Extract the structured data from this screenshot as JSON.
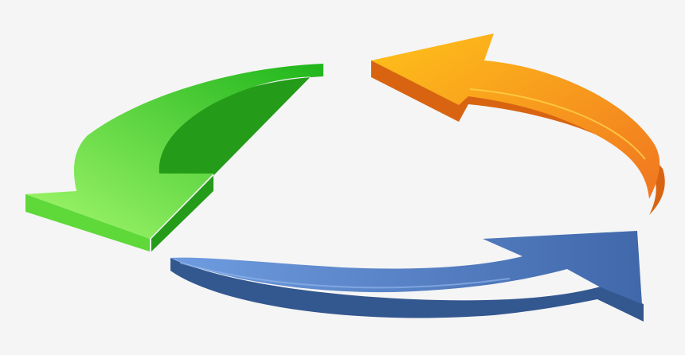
{
  "graphic": {
    "kind": "circular-arrows-cycle",
    "background_color": "#f5f5f5",
    "arrows": [
      {
        "id": "orange",
        "icon": "curved-arrow-left-icon",
        "color_light": "#ffc21a",
        "color_dark": "#f07520",
        "edge_color": "#d86412"
      },
      {
        "id": "green",
        "icon": "curved-arrow-down-left-icon",
        "color_light": "#a6f96e",
        "color_dark": "#1fb51b",
        "edge_color": "#249b19"
      },
      {
        "id": "blue",
        "icon": "curved-arrow-right-icon",
        "color_light": "#6f9ce0",
        "color_dark": "#4068aa",
        "edge_color": "#33578f"
      }
    ]
  }
}
